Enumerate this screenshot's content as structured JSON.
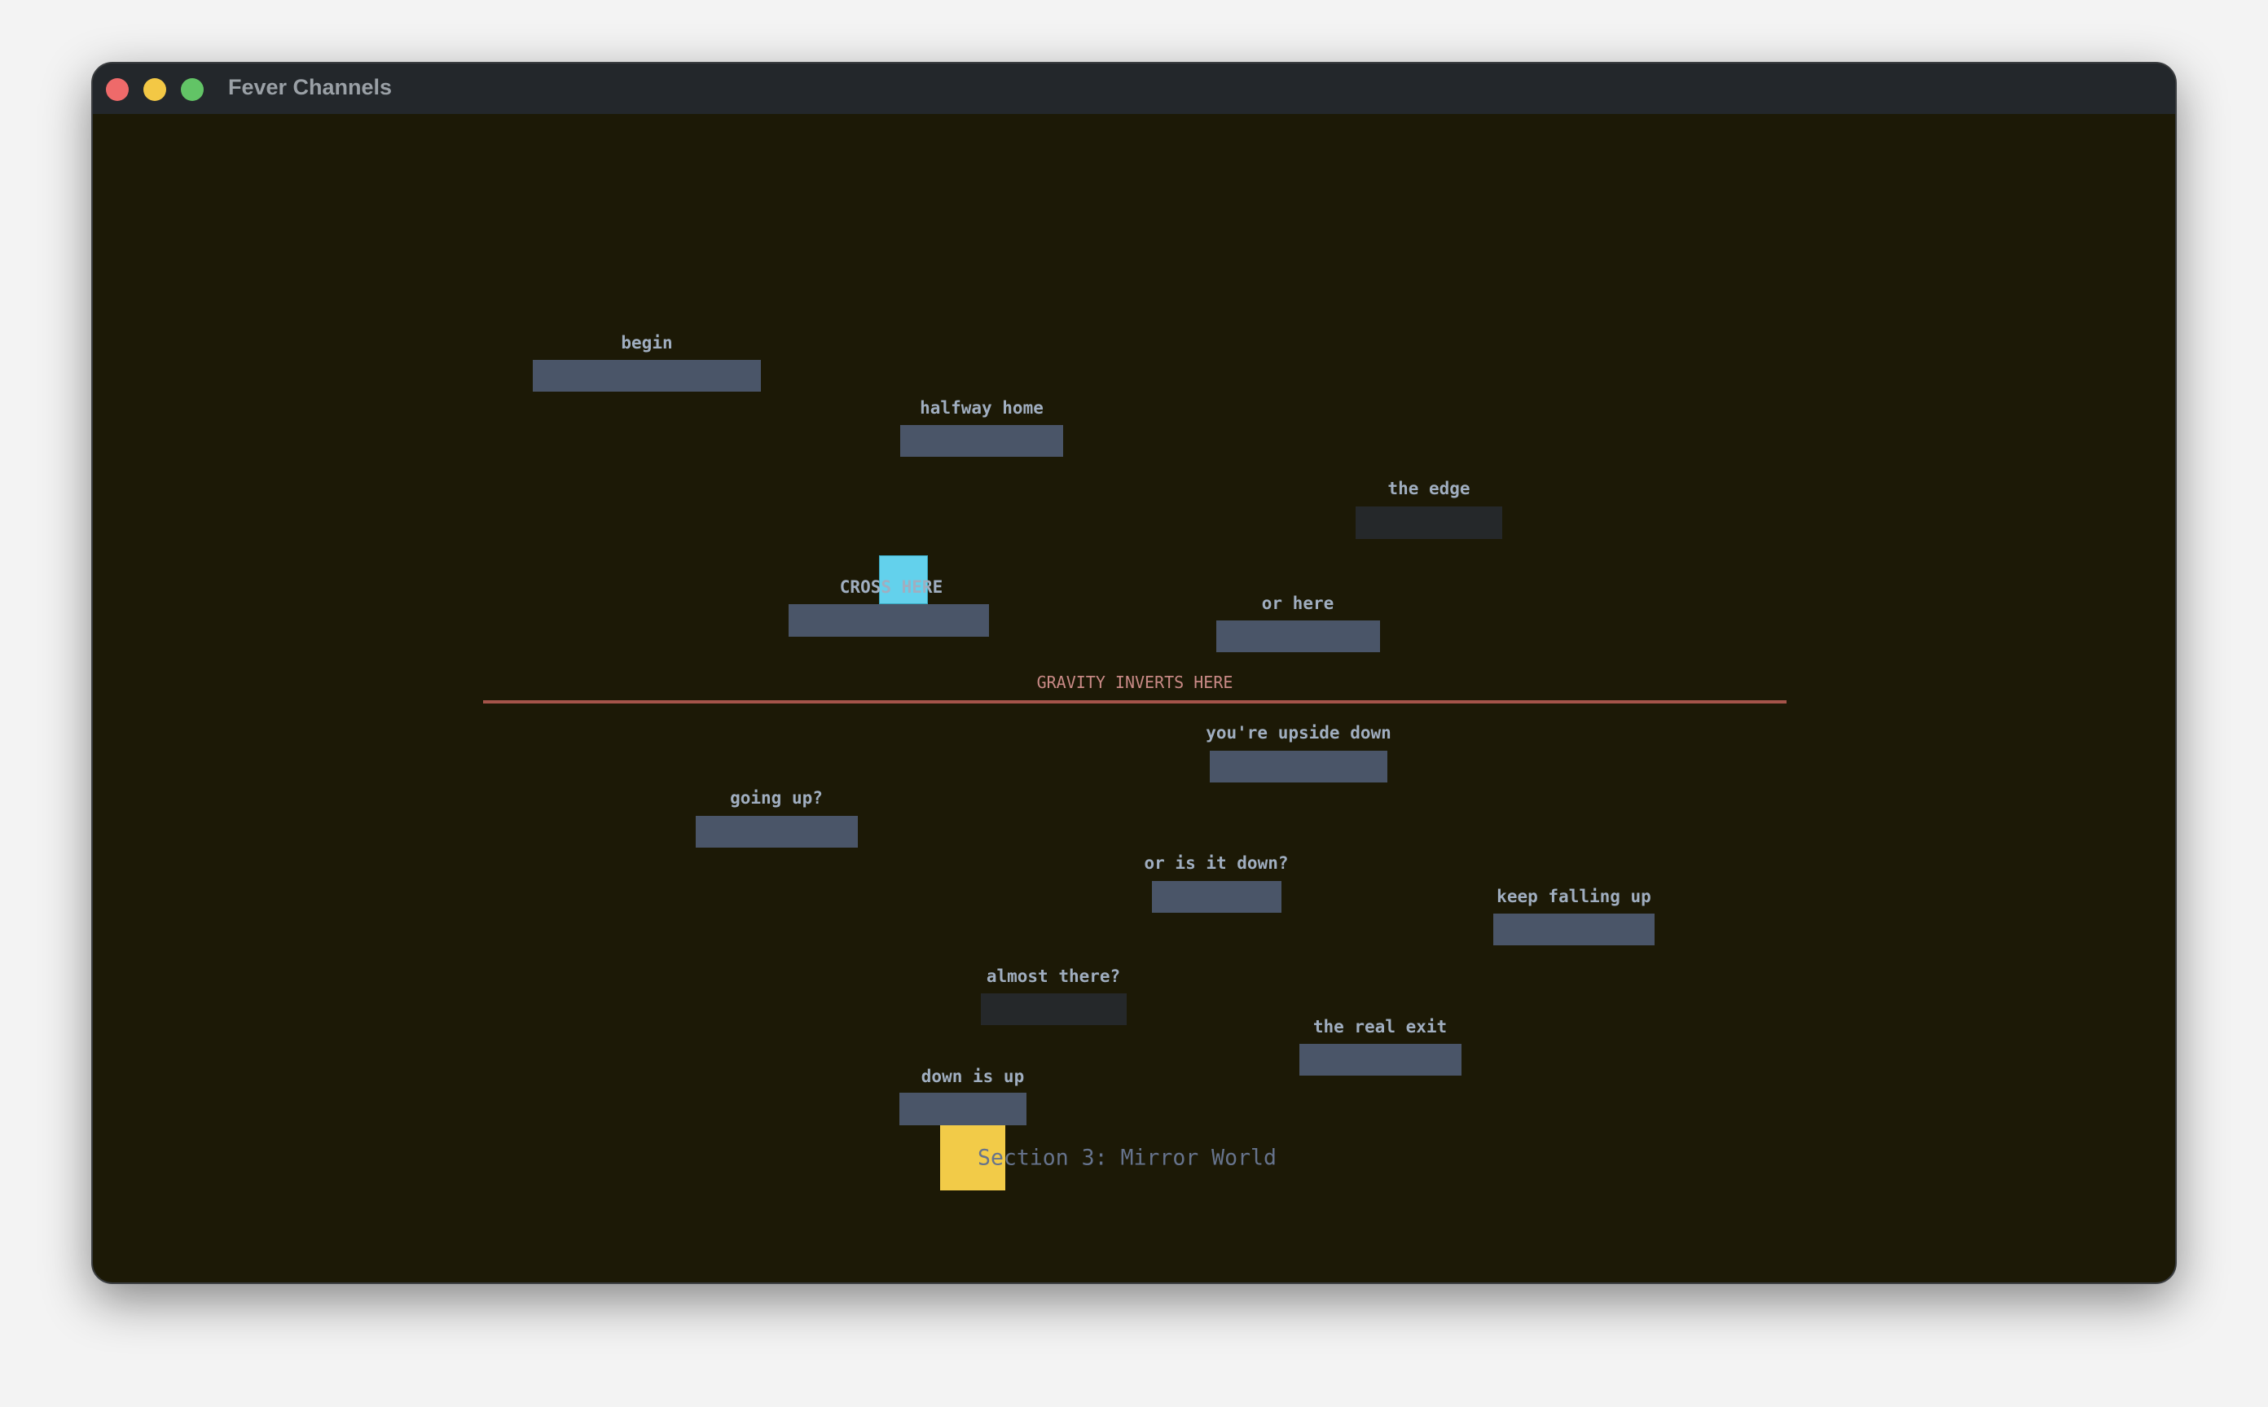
{
  "window": {
    "title": "Fever Channels",
    "controls": {
      "close_color": "#ee6a6a",
      "minimize_color": "#f3c845",
      "maximize_color": "#62c466"
    }
  },
  "level": {
    "section_title": "Section 3: Mirror World",
    "gravity_label": "GRAVITY INVERTS HERE",
    "platforms": [
      {
        "label": "begin",
        "type": "solid"
      },
      {
        "label": "halfway home",
        "type": "solid"
      },
      {
        "label": "the edge",
        "type": "fake"
      },
      {
        "label": "CROSS HERE",
        "type": "solid"
      },
      {
        "label": "or here",
        "type": "solid"
      },
      {
        "label": "you're upside down",
        "type": "solid"
      },
      {
        "label": "going up?",
        "type": "solid"
      },
      {
        "label": "or is it down?",
        "type": "solid"
      },
      {
        "label": "keep falling up",
        "type": "solid"
      },
      {
        "label": "almost there?",
        "type": "fake"
      },
      {
        "label": "the real exit",
        "type": "solid"
      },
      {
        "label": "down is up",
        "type": "solid"
      }
    ],
    "colors": {
      "background": "#1c1906",
      "platform": "#4a5568",
      "fake_platform": "#25282a",
      "player": "#63d1ec",
      "goal": "#f2cb48",
      "gravity_line": "#a5544a"
    }
  }
}
